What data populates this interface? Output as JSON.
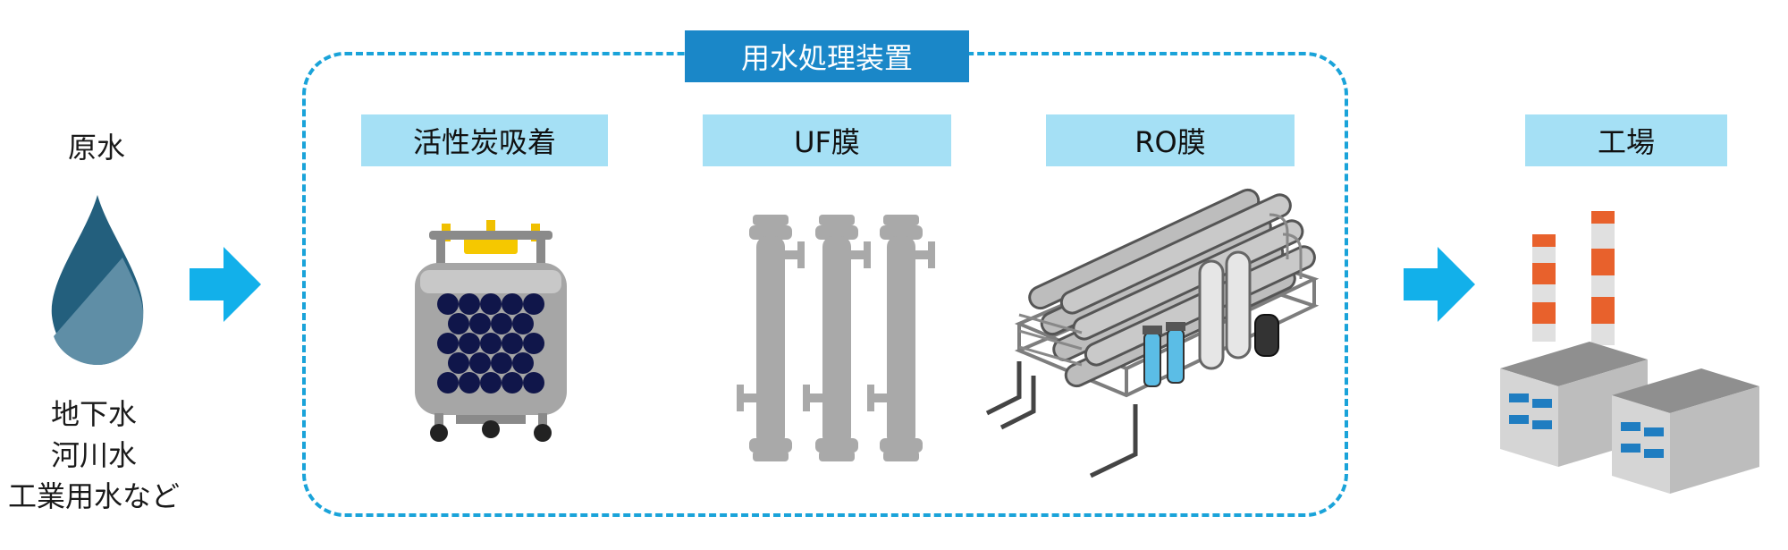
{
  "source": {
    "title": "原水",
    "lines": [
      "地下水",
      "河川水",
      "工業用水など"
    ]
  },
  "system": {
    "title": "用水処理装置",
    "stages": [
      {
        "label": "活性炭吸着"
      },
      {
        "label": "UF膜"
      },
      {
        "label": "RO膜"
      }
    ]
  },
  "destination": {
    "label": "工場"
  },
  "colors": {
    "frame": "#1aa3d9",
    "title_bg": "#1a87c8",
    "label_bg": "#a5e0f5",
    "arrow": "#12b0ea",
    "drop_dark": "#235f7d",
    "drop_light": "#5f8ea6"
  },
  "icons": {
    "source": "water-drop-icon",
    "flow": "arrow-right-icon",
    "activated_carbon": "carbon-filter-tank-icon",
    "uf": "uf-membrane-modules-icon",
    "ro": "ro-membrane-unit-icon",
    "factory": "factory-icon"
  }
}
